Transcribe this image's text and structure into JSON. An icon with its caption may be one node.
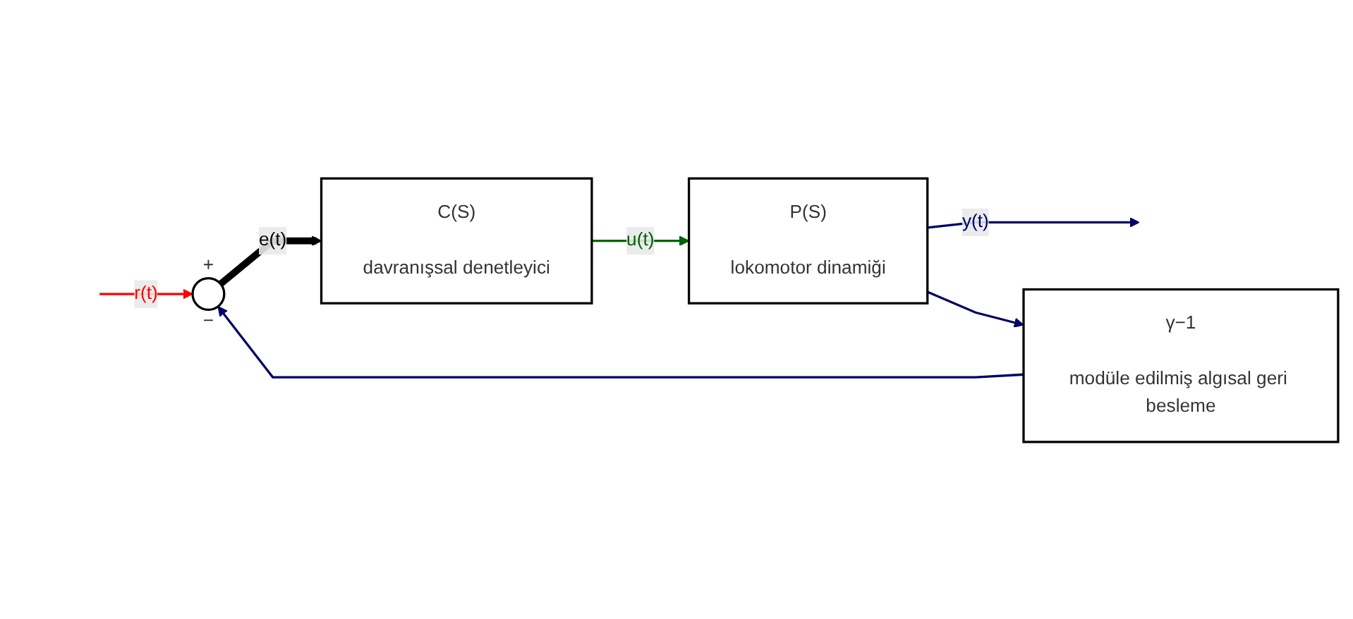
{
  "diagram": {
    "nodes": [
      {
        "text": [
          "+",
          "−"
        ]
      },
      {
        "text": [
          "C(S)",
          "davranışsal denetleyici"
        ]
      },
      {
        "text": [
          "P(S)",
          "lokomotor dinamiği"
        ]
      },
      {
        "text": [
          "γ−1",
          "modüle edilmiş algısal geri besleme"
        ]
      }
    ],
    "edges": [
      {
        "from": null,
        "to": 0,
        "arrow": "to",
        "label": "r(t)",
        "color": "#ff0000"
      },
      {
        "from": 0,
        "to": 1,
        "arrow": "to",
        "label": "e(t)",
        "style": "thick",
        "color": "#000000"
      },
      {
        "from": 1,
        "to": 2,
        "arrow": "to",
        "label": "u(t)",
        "color": "#006400"
      },
      {
        "from": 2,
        "to": null,
        "arrow": "to",
        "label": "y(t)"
      },
      {
        "from": 2,
        "to": 3,
        "arrow": "to"
      },
      {
        "from": 3,
        "to": 0,
        "arrow": "to"
      }
    ]
  }
}
